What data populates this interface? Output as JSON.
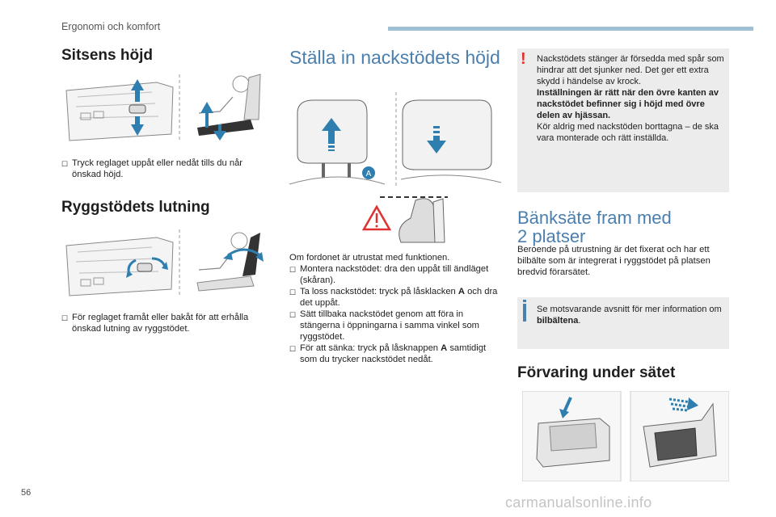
{
  "header": {
    "title": "Ergonomi och komfort"
  },
  "page_number": "56",
  "watermark": "carmanualsonline.info",
  "seat_height": {
    "title": "Sitsens höjd",
    "bullet": "Tryck reglaget uppåt eller nedåt tills du når önskad höjd."
  },
  "backrest": {
    "title": "Ryggstödets lutning",
    "bullet": "För reglaget framåt eller bakåt för att erhålla önskad lutning av ryggstödet."
  },
  "headrest": {
    "title": "Ställa in nackstödets höjd",
    "label_a": "A",
    "intro": "Om fordonet är utrustat med funktionen.",
    "bullets": [
      "Montera nackstödet: dra den uppåt till ändläget (skåran).",
      "Ta loss nackstödet: tryck på låsklacken",
      "Sätt tillbaka nackstödet genom att föra in stängerna i öppningarna i samma vinkel som ryggstödet.",
      "För att sänka: tryck på låsknappen"
    ],
    "bullet2_bold": "A",
    "bullet2_rest": "och dra det uppåt.",
    "bullet4_bold": "A",
    "bullet4_rest": "samtidigt som du trycker nackstödet nedåt."
  },
  "warning": {
    "line1": "Nackstödets stänger är försedda med spår som hindrar att det sjunker ned. Det ger ett extra skydd i händelse av krock.",
    "bold": "Inställningen är rätt när den övre kanten av nackstödet befinner sig i höjd med övre delen av hjässan.",
    "line2": "Kör aldrig med nackstöden borttagna – de ska vara monterade och rätt inställda."
  },
  "bench": {
    "title_line1": "Bänksäte fram med",
    "title_line2": "2 platser",
    "text": "Beroende på utrustning är det fixerat och har ett bilbälte som är integrerat i ryggstödet på platsen bredvid förarsätet."
  },
  "info": {
    "text": "Se motsvarande avsnitt för mer information om",
    "bold": "bilbältena",
    "end": "."
  },
  "storage": {
    "title": "Förvaring under sätet"
  },
  "colors": {
    "accent": "#4a7fae",
    "arrow": "#2e7fb0",
    "warning": "#e03030",
    "box": "#ececec",
    "header_bar": "#9fbfd4"
  },
  "icons": {
    "bullet": "checkbox-bullet-icon",
    "warning": "exclamation-icon",
    "info": "info-icon"
  }
}
